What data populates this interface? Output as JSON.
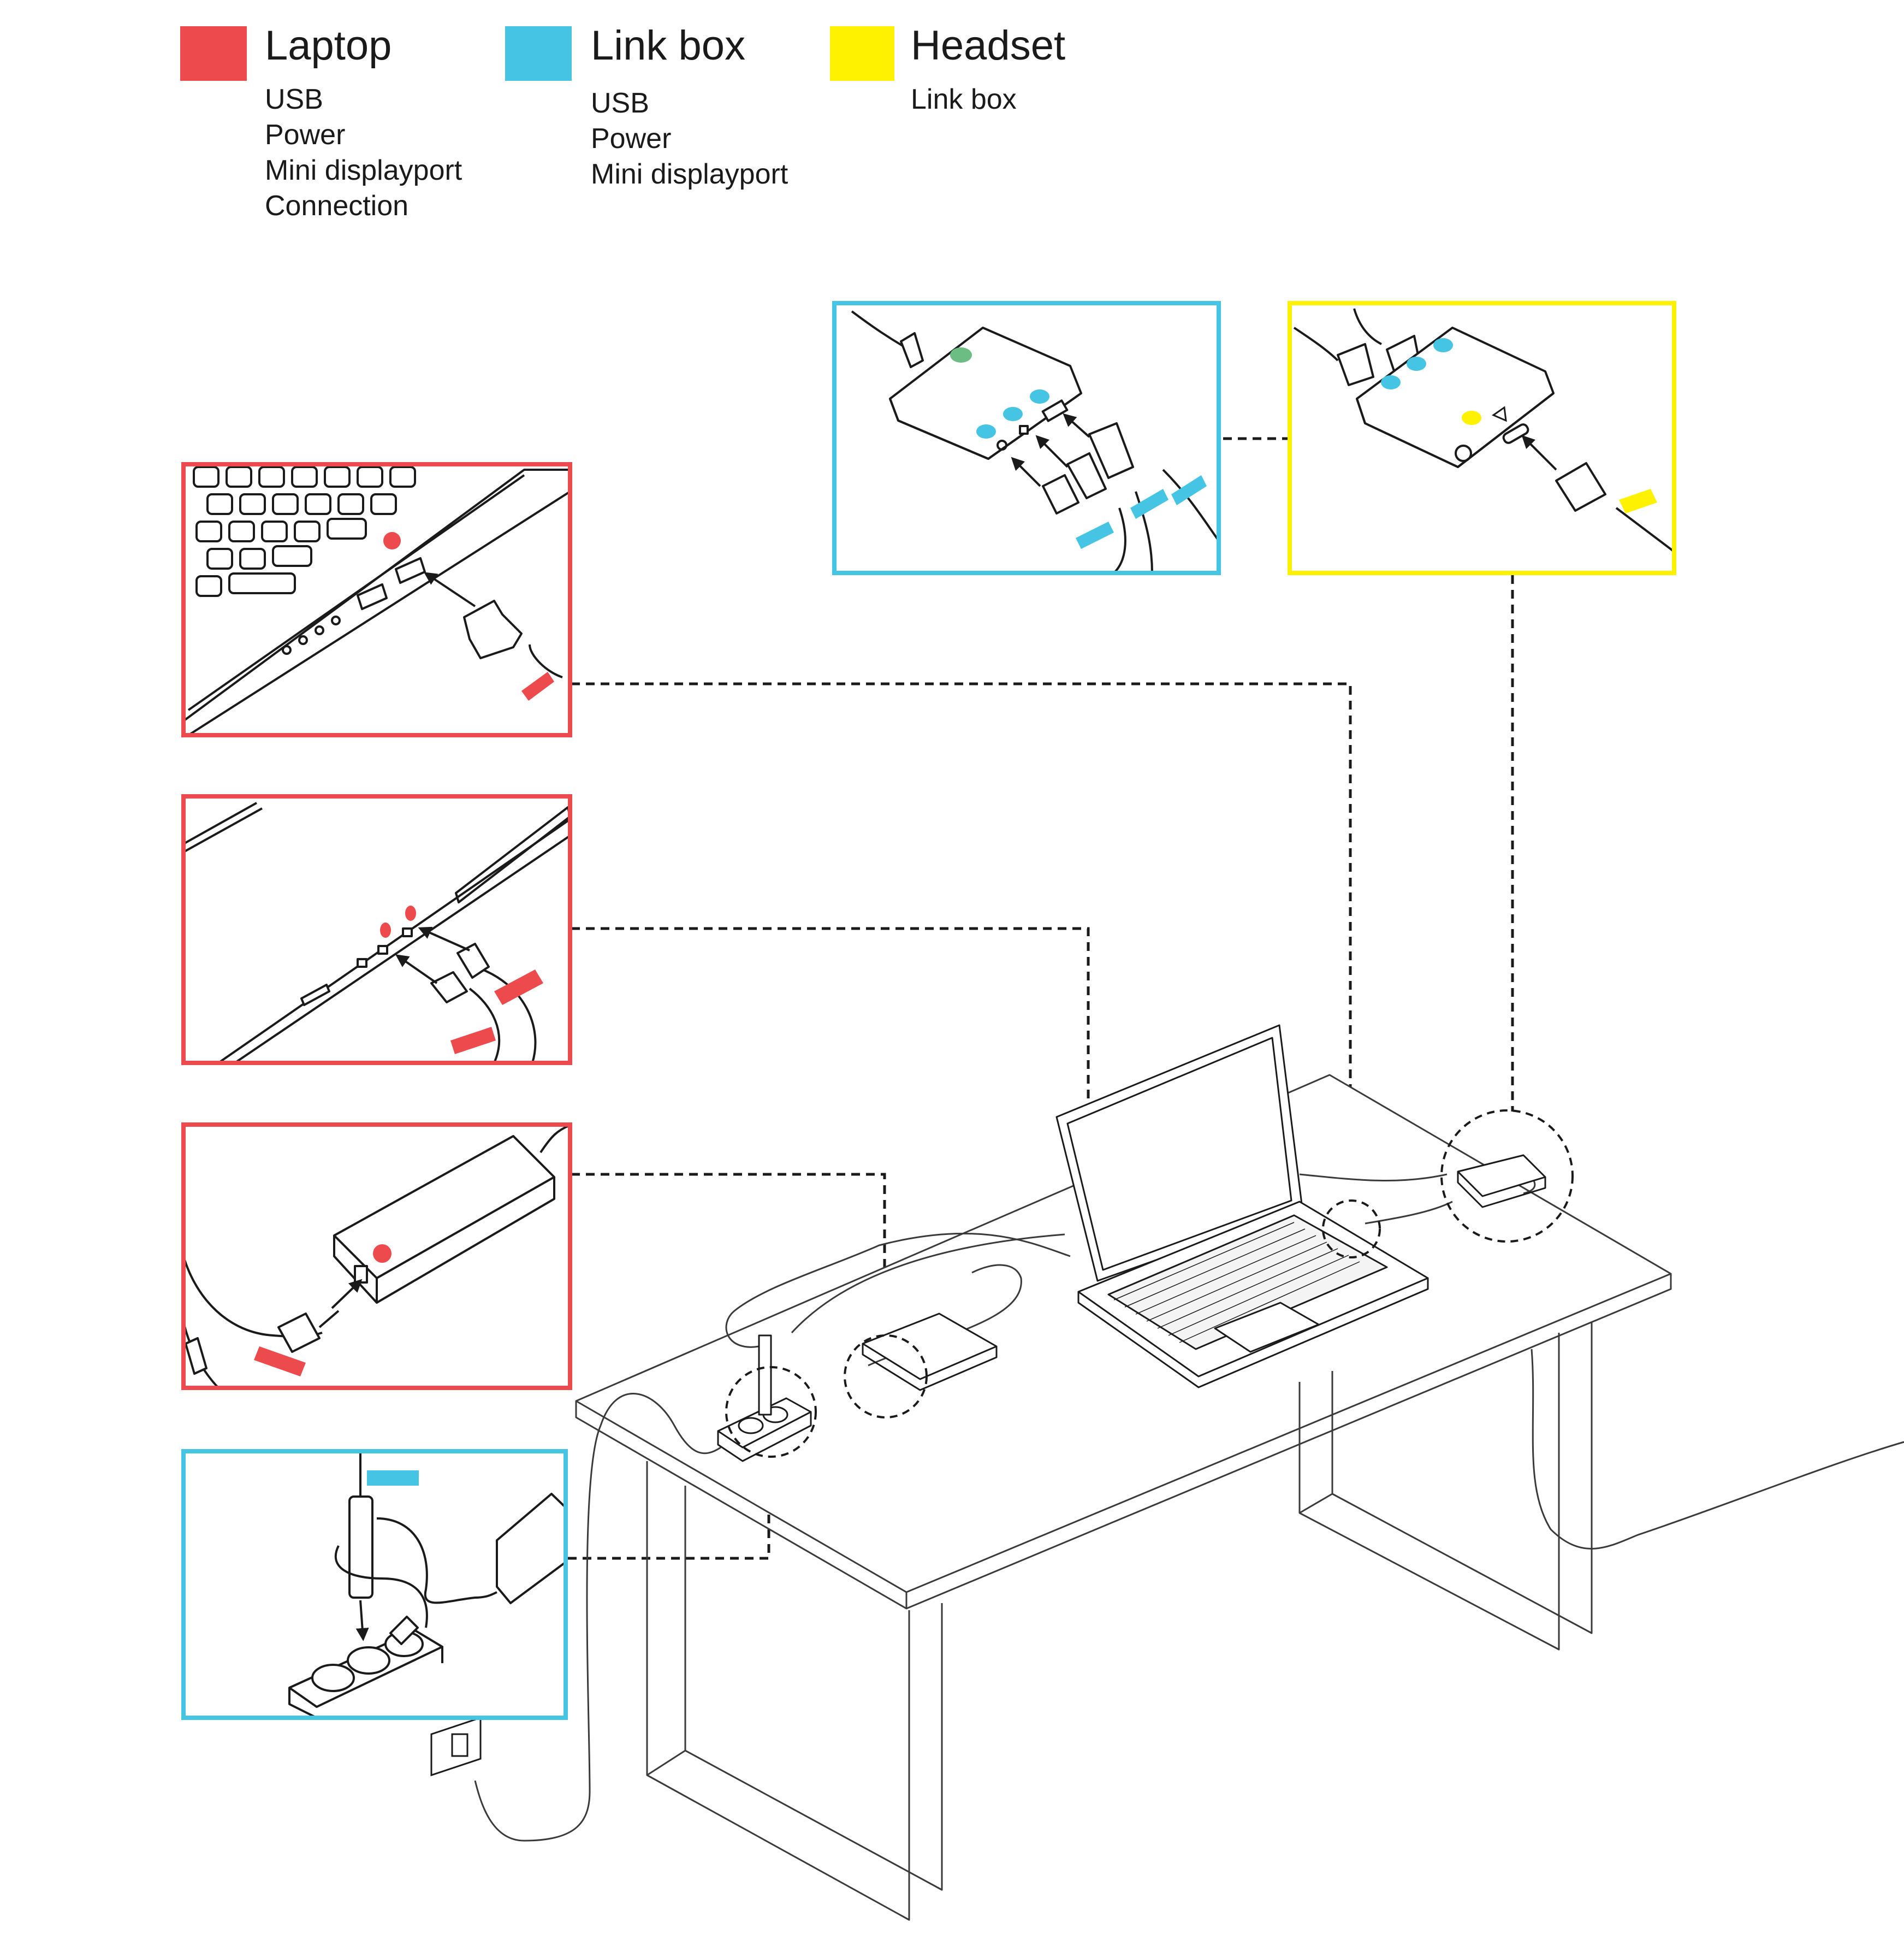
{
  "legend": [
    {
      "title": "Laptop",
      "color": "#ec4a4c",
      "items": [
        "USB",
        "Power",
        "Mini displayport",
        "Connection"
      ]
    },
    {
      "title": "Link box",
      "color": "#45c4e3",
      "items": [
        "USB",
        "Power",
        "Mini displayport"
      ]
    },
    {
      "title": "Headset",
      "color": "#fff200",
      "items": [
        "Link box"
      ]
    }
  ],
  "colors": {
    "laptop": "#ec4a4c",
    "linkbox": "#45c4e3",
    "headset": "#fff200",
    "extra_port_dot": "#6cbd84",
    "line": "#1a1a1a"
  },
  "detail_panels": [
    {
      "name": "laptop-usb-port-detail",
      "category": "Laptop",
      "shows": "USB cable into laptop side port"
    },
    {
      "name": "laptop-power-displayport-detail",
      "category": "Laptop",
      "shows": "Power and mini displayport cables into laptop"
    },
    {
      "name": "laptop-power-adapter-detail",
      "category": "Laptop",
      "shows": "Power cable into power adapter"
    },
    {
      "name": "power-strip-detail",
      "category": "Link box",
      "shows": "Adapter plug into power strip"
    },
    {
      "name": "linkbox-ports-detail",
      "category": "Link box",
      "shows": "USB, power and mini displayport into link box"
    },
    {
      "name": "headset-linkbox-detail",
      "category": "Headset",
      "shows": "Headset cable into link box"
    }
  ]
}
